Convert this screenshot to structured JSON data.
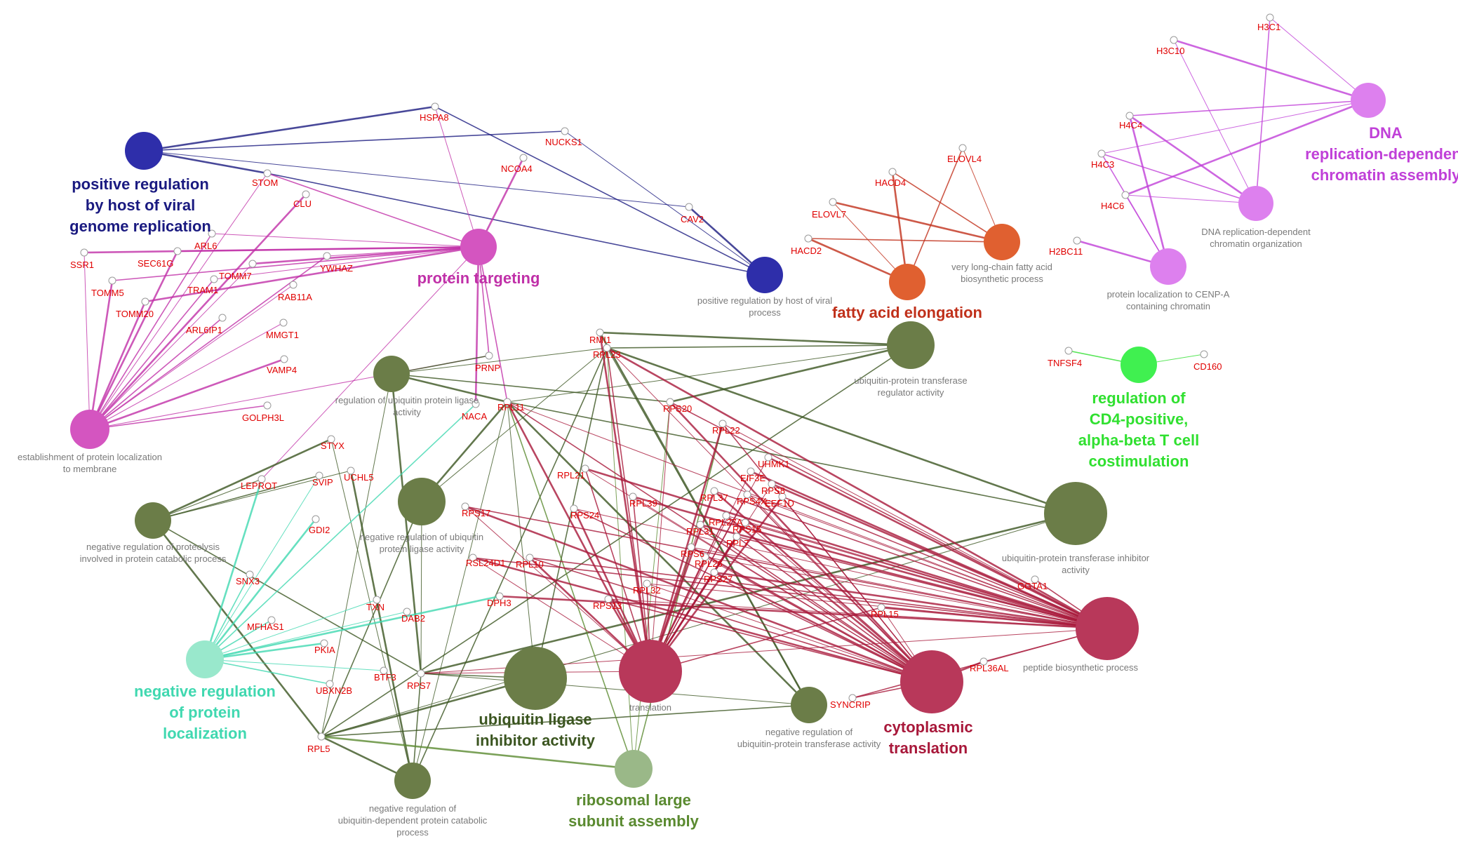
{
  "colors": {
    "viral": "#1a1a80",
    "viral_node": "#2e2eaa",
    "targeting": "#c030a8",
    "targeting_node": "#d455c0",
    "fatty": "#c0301a",
    "fatty_node": "#e06030",
    "dna": "#c040d8",
    "dna_node": "#dd80ee",
    "cd4": "#30e030",
    "cd4_node": "#40f050",
    "ubiq": "#3b5520",
    "ubiq_node": "#6b7d48",
    "neg_loc": "#40d8b0",
    "neg_loc_node": "#99e8cc",
    "ribo": "#5a8a30",
    "ribo_node": "#9ab888",
    "transl": "#a8183a",
    "transl_node": "#b8385a",
    "gene": "#e00000"
  },
  "terms": [
    {
      "id": "t_viral",
      "label": "positive regulation by host of viral genome replication",
      "lines": [
        "positive regulation",
        "by host of viral",
        "genome replication"
      ],
      "style": "big",
      "color": "viral",
      "node": "viral_node"
    },
    {
      "id": "t_viral_proc",
      "label": "positive regulation by host of viral process",
      "lines": [
        "positive regulation by host of viral",
        "process"
      ],
      "style": "small",
      "color": "viral",
      "node": "viral_node"
    },
    {
      "id": "t_targeting",
      "label": "protein targeting",
      "lines": [
        "protein targeting"
      ],
      "style": "big",
      "color": "targeting",
      "node": "targeting_node"
    },
    {
      "id": "t_estab",
      "label": "establishment of protein localization to membrane",
      "lines": [
        "establishment of protein localization",
        "to membrane"
      ],
      "style": "small",
      "color": "targeting",
      "node": "targeting_node"
    },
    {
      "id": "t_fatty",
      "label": "fatty acid elongation",
      "lines": [
        "fatty acid elongation"
      ],
      "style": "big",
      "color": "fatty",
      "node": "fatty_node"
    },
    {
      "id": "t_vlcfa",
      "label": "very long-chain fatty acid biosynthetic process",
      "lines": [
        "very long-chain fatty acid",
        "biosynthetic process"
      ],
      "style": "small",
      "color": "fatty",
      "node": "fatty_node"
    },
    {
      "id": "t_dna_assembly",
      "label": "DNA replication-dependent chromatin assembly",
      "lines": [
        "DNA",
        "replication-dependent",
        "chromatin assembly"
      ],
      "style": "big",
      "color": "dna",
      "node": "dna_node"
    },
    {
      "id": "t_dna_org",
      "label": "DNA replication-dependent chromatin organization",
      "lines": [
        "DNA replication-dependent",
        "chromatin organization"
      ],
      "style": "small",
      "color": "dna",
      "node": "dna_node"
    },
    {
      "id": "t_cenpa",
      "label": "protein localization to CENP-A containing chromatin",
      "lines": [
        "protein localization to CENP-A",
        "containing chromatin"
      ],
      "style": "small",
      "color": "dna",
      "node": "dna_node"
    },
    {
      "id": "t_cd4",
      "label": "regulation of CD4-positive, alpha-beta T cell costimulation",
      "lines": [
        "regulation of",
        "CD4-positive,",
        "alpha-beta T cell",
        "costimulation"
      ],
      "style": "big",
      "color": "cd4",
      "node": "cd4_node"
    },
    {
      "id": "t_utra",
      "label": "ubiquitin-protein transferase regulator activity",
      "lines": [
        "ubiquitin-protein transferase",
        "regulator activity"
      ],
      "style": "small",
      "color": "ubiq",
      "node": "ubiq_node"
    },
    {
      "id": "t_reg_ubl",
      "label": "regulation of ubiquitin protein ligase activity",
      "lines": [
        "regulation of ubiquitin protein ligase",
        "activity"
      ],
      "style": "small",
      "color": "ubiq",
      "node": "ubiq_node"
    },
    {
      "id": "t_neg_ubl",
      "label": "negative regulation of ubiquitin protein ligase activity",
      "lines": [
        "negative regulation of ubiquitin",
        "protein ligase activity"
      ],
      "style": "small",
      "color": "ubiq",
      "node": "ubiq_node"
    },
    {
      "id": "t_neg_prot",
      "label": "negative regulation of proteolysis involved in protein catabolic process",
      "lines": [
        "negative regulation of proteolysis",
        "involved in protein catabolic process"
      ],
      "style": "small",
      "color": "ubiq",
      "node": "ubiq_node"
    },
    {
      "id": "t_utia",
      "label": "ubiquitin-protein transferase inhibitor activity",
      "lines": [
        "ubiquitin-protein transferase inhibitor",
        "activity"
      ],
      "style": "small",
      "color": "ubiq",
      "node": "ubiq_node"
    },
    {
      "id": "t_ulia",
      "label": "ubiquitin ligase inhibitor activity",
      "lines": [
        "ubiquitin ligase",
        "inhibitor activity"
      ],
      "style": "big",
      "color": "ubiq",
      "node": "ubiq_node"
    },
    {
      "id": "t_neg_uta",
      "label": "negative regulation of ubiquitin-protein transferase activity",
      "lines": [
        "negative regulation of",
        "ubiquitin-protein transferase activity"
      ],
      "style": "small",
      "color": "ubiq",
      "node": "ubiq_node"
    },
    {
      "id": "t_neg_udpc",
      "label": "negative regulation of ubiquitin-dependent protein catabolic process",
      "lines": [
        "negative regulation of",
        "ubiquitin-dependent protein catabolic",
        "process"
      ],
      "style": "small",
      "color": "ubiq",
      "node": "ubiq_node"
    },
    {
      "id": "t_neg_loc",
      "label": "negative regulation of protein localization",
      "lines": [
        "negative regulation",
        "of protein",
        "localization"
      ],
      "style": "big",
      "color": "neg_loc",
      "node": "neg_loc_node"
    },
    {
      "id": "t_ribo",
      "label": "ribosomal large subunit assembly",
      "lines": [
        "ribosomal large",
        "subunit assembly"
      ],
      "style": "big",
      "color": "ribo",
      "node": "ribo_node"
    },
    {
      "id": "t_translation",
      "label": "translation",
      "lines": [
        "translation"
      ],
      "style": "small",
      "color": "transl",
      "node": "transl_node"
    },
    {
      "id": "t_cyto",
      "label": "cytoplasmic translation",
      "lines": [
        "cytoplasmic",
        "translation"
      ],
      "style": "big",
      "color": "transl",
      "node": "transl_node"
    },
    {
      "id": "t_peptide",
      "label": "peptide biosynthetic process",
      "lines": [
        "peptide biosynthetic process"
      ],
      "style": "small",
      "color": "transl",
      "node": "transl_node"
    }
  ],
  "genes": [
    "HSPA8",
    "NUCKS1",
    "CAV2",
    "STOM",
    "CLU",
    "NCOA4",
    "ARL6",
    "SSR1",
    "SEC61G",
    "YWHAZ",
    "TOMM7",
    "TOMM5",
    "TRAM1",
    "RAB11A",
    "TOMM20",
    "ARL6IP1",
    "MMGT1",
    "VAMP4",
    "GOLPH3L",
    "PRNP",
    "HACD4",
    "ELOVL4",
    "ELOVL7",
    "HACD2",
    "H3C1",
    "H3C10",
    "H4C4",
    "H4C3",
    "H4C6",
    "H2BC11",
    "TNFSF4",
    "CD160",
    "RMI1",
    "RPL23",
    "RPL11",
    "RPS20",
    "RPL22",
    "NACA",
    "STYX",
    "LEPROT",
    "SVIP",
    "UCHL5",
    "RPL21",
    "UHMK1",
    "RPS17",
    "RPS24",
    "RPL39",
    "GDI2",
    "RSL24D1",
    "SNX3",
    "TXN",
    "DPH3",
    "RPS13",
    "GGTA1",
    "MFHAS1",
    "DAB2",
    "RPL15",
    "PKIA",
    "BTF3",
    "RPS7",
    "UBXN2B",
    "RPL36AL",
    "SYNCRIP",
    "RPL5",
    "RPL10",
    "RPL32",
    "RPS27",
    "RPL7",
    "RPL26",
    "EIF3E",
    "RPL37",
    "RPS4X",
    "RPS8",
    "EEF1D",
    "RPL27A",
    "RPL31",
    "RPS15",
    "RPS6"
  ],
  "edges": [
    [
      "t_viral",
      "HSPA8"
    ],
    [
      "t_viral",
      "NUCKS1"
    ],
    [
      "t_viral",
      "CAV2"
    ],
    [
      "t_viral",
      "STOM"
    ],
    [
      "t_viral_proc",
      "HSPA8"
    ],
    [
      "t_viral_proc",
      "NUCKS1"
    ],
    [
      "t_viral_proc",
      "CAV2"
    ],
    [
      "t_viral_proc",
      "STOM"
    ],
    [
      "t_targeting",
      "HSPA8"
    ],
    [
      "t_targeting",
      "NCOA4"
    ],
    [
      "t_targeting",
      "STOM"
    ],
    [
      "t_targeting",
      "ARL6"
    ],
    [
      "t_targeting",
      "SSR1"
    ],
    [
      "t_targeting",
      "SEC61G"
    ],
    [
      "t_targeting",
      "YWHAZ"
    ],
    [
      "t_targeting",
      "TOMM7"
    ],
    [
      "t_targeting",
      "TOMM5"
    ],
    [
      "t_targeting",
      "TRAM1"
    ],
    [
      "t_targeting",
      "TOMM20"
    ],
    [
      "t_targeting",
      "PRNP"
    ],
    [
      "t_targeting",
      "LEPROT"
    ],
    [
      "t_targeting",
      "NACA"
    ],
    [
      "t_targeting",
      "RPL11"
    ],
    [
      "t_estab",
      "STOM"
    ],
    [
      "t_estab",
      "CLU"
    ],
    [
      "t_estab",
      "ARL6"
    ],
    [
      "t_estab",
      "SSR1"
    ],
    [
      "t_estab",
      "SEC61G"
    ],
    [
      "t_estab",
      "YWHAZ"
    ],
    [
      "t_estab",
      "TOMM7"
    ],
    [
      "t_estab",
      "TOMM5"
    ],
    [
      "t_estab",
      "TRAM1"
    ],
    [
      "t_estab",
      "RAB11A"
    ],
    [
      "t_estab",
      "TOMM20"
    ],
    [
      "t_estab",
      "ARL6IP1"
    ],
    [
      "t_estab",
      "MMGT1"
    ],
    [
      "t_estab",
      "VAMP4"
    ],
    [
      "t_estab",
      "GOLPH3L"
    ],
    [
      "t_estab",
      "PRNP"
    ],
    [
      "t_fatty",
      "HACD4"
    ],
    [
      "t_fatty",
      "ELOVL4"
    ],
    [
      "t_fatty",
      "ELOVL7"
    ],
    [
      "t_fatty",
      "HACD2"
    ],
    [
      "t_vlcfa",
      "HACD4"
    ],
    [
      "t_vlcfa",
      "ELOVL4"
    ],
    [
      "t_vlcfa",
      "ELOVL7"
    ],
    [
      "t_vlcfa",
      "HACD2"
    ],
    [
      "t_dna_assembly",
      "H3C1"
    ],
    [
      "t_dna_assembly",
      "H3C10"
    ],
    [
      "t_dna_assembly",
      "H4C4"
    ],
    [
      "t_dna_assembly",
      "H4C3"
    ],
    [
      "t_dna_assembly",
      "H4C6"
    ],
    [
      "t_dna_org",
      "H3C1"
    ],
    [
      "t_dna_org",
      "H3C10"
    ],
    [
      "t_dna_org",
      "H4C4"
    ],
    [
      "t_dna_org",
      "H4C3"
    ],
    [
      "t_dna_org",
      "H4C6"
    ],
    [
      "t_cenpa",
      "H4C4"
    ],
    [
      "t_cenpa",
      "H4C3"
    ],
    [
      "t_cenpa",
      "H4C6"
    ],
    [
      "t_cenpa",
      "H2BC11"
    ],
    [
      "t_cd4",
      "TNFSF4"
    ],
    [
      "t_cd4",
      "CD160"
    ],
    [
      "t_utra",
      "RMI1"
    ],
    [
      "t_utra",
      "RPL23"
    ],
    [
      "t_utra",
      "RPL11"
    ],
    [
      "t_utra",
      "RPS20"
    ],
    [
      "t_utra",
      "RPL5"
    ],
    [
      "t_reg_ubl",
      "RPL23"
    ],
    [
      "t_reg_ubl",
      "RPL11"
    ],
    [
      "t_reg_ubl",
      "RPS20"
    ],
    [
      "t_reg_ubl",
      "RPL5"
    ],
    [
      "t_reg_ubl",
      "RPS7"
    ],
    [
      "t_reg_ubl",
      "PRNP"
    ],
    [
      "t_neg_ubl",
      "RPL23"
    ],
    [
      "t_neg_ubl",
      "RPL11"
    ],
    [
      "t_neg_ubl",
      "RPL5"
    ],
    [
      "t_neg_ubl",
      "RPS7"
    ],
    [
      "t_neg_prot",
      "STYX"
    ],
    [
      "t_neg_prot",
      "SVIP"
    ],
    [
      "t_neg_prot",
      "UCHL5"
    ],
    [
      "t_neg_prot",
      "RPL5"
    ],
    [
      "t_neg_prot",
      "RPS7"
    ],
    [
      "t_neg_prot",
      "LEPROT"
    ],
    [
      "t_utia",
      "RPL23"
    ],
    [
      "t_utia",
      "RPL11"
    ],
    [
      "t_utia",
      "RPL5"
    ],
    [
      "t_utia",
      "RPS7"
    ],
    [
      "t_ulia",
      "RPL23"
    ],
    [
      "t_ulia",
      "RPL11"
    ],
    [
      "t_ulia",
      "RPL5"
    ],
    [
      "t_ulia",
      "RPS7"
    ],
    [
      "t_neg_uta",
      "RPL23"
    ],
    [
      "t_neg_uta",
      "RPL11"
    ],
    [
      "t_neg_uta",
      "RPL5"
    ],
    [
      "t_neg_uta",
      "RPS7"
    ],
    [
      "t_neg_uta",
      "RMI1"
    ],
    [
      "t_neg_udpc",
      "RPL23"
    ],
    [
      "t_neg_udpc",
      "RPL11"
    ],
    [
      "t_neg_udpc",
      "RPL5"
    ],
    [
      "t_neg_udpc",
      "RPS7"
    ],
    [
      "t_neg_udpc",
      "STYX"
    ],
    [
      "t_neg_udpc",
      "UCHL5"
    ],
    [
      "t_neg_loc",
      "NACA"
    ],
    [
      "t_neg_loc",
      "SVIP"
    ],
    [
      "t_neg_loc",
      "GDI2"
    ],
    [
      "t_neg_loc",
      "SNX3"
    ],
    [
      "t_neg_loc",
      "TXN"
    ],
    [
      "t_neg_loc",
      "DPH3"
    ],
    [
      "t_neg_loc",
      "MFHAS1"
    ],
    [
      "t_neg_loc",
      "DAB2"
    ],
    [
      "t_neg_loc",
      "PKIA"
    ],
    [
      "t_neg_loc",
      "UBXN2B"
    ],
    [
      "t_neg_loc",
      "BTF3"
    ],
    [
      "t_neg_loc",
      "LEPROT"
    ],
    [
      "t_ribo",
      "RPL11"
    ],
    [
      "t_ribo",
      "RPL23"
    ],
    [
      "t_ribo",
      "RPL5"
    ],
    [
      "t_ribo",
      "RPL22"
    ],
    [
      "t_ribo",
      "RPS20"
    ],
    [
      "t_translation",
      "RPL11"
    ],
    [
      "t_translation",
      "RPL23"
    ],
    [
      "t_translation",
      "RPS20"
    ],
    [
      "t_translation",
      "RPL22"
    ],
    [
      "t_translation",
      "RPL21"
    ],
    [
      "t_translation",
      "RPS17"
    ],
    [
      "t_translation",
      "RPS24"
    ],
    [
      "t_translation",
      "RPL39"
    ],
    [
      "t_translation",
      "RSL24D1"
    ],
    [
      "t_translation",
      "RPS13"
    ],
    [
      "t_translation",
      "RPL15"
    ],
    [
      "t_translation",
      "RPS7"
    ],
    [
      "t_translation",
      "RPL10"
    ],
    [
      "t_translation",
      "RPL32"
    ],
    [
      "t_translation",
      "RPS27"
    ],
    [
      "t_translation",
      "RPL7"
    ],
    [
      "t_translation",
      "RPL26"
    ],
    [
      "t_translation",
      "EIF3E"
    ],
    [
      "t_translation",
      "RPL37"
    ],
    [
      "t_translation",
      "RPS4X"
    ],
    [
      "t_translation",
      "RPS8"
    ],
    [
      "t_translation",
      "EEF1D"
    ],
    [
      "t_translation",
      "RPL27A"
    ],
    [
      "t_translation",
      "RPL31"
    ],
    [
      "t_translation",
      "RPS15"
    ],
    [
      "t_translation",
      "RPS6"
    ],
    [
      "t_translation",
      "UHMK1"
    ],
    [
      "t_translation",
      "RMI1"
    ],
    [
      "t_cyto",
      "RPL11"
    ],
    [
      "t_cyto",
      "RPL23"
    ],
    [
      "t_cyto",
      "RPS20"
    ],
    [
      "t_cyto",
      "RPL22"
    ],
    [
      "t_cyto",
      "RPL21"
    ],
    [
      "t_cyto",
      "RPS17"
    ],
    [
      "t_cyto",
      "RPS24"
    ],
    [
      "t_cyto",
      "RPL39"
    ],
    [
      "t_cyto",
      "RSL24D1"
    ],
    [
      "t_cyto",
      "RPS13"
    ],
    [
      "t_cyto",
      "RPL15"
    ],
    [
      "t_cyto",
      "RPL36AL"
    ],
    [
      "t_cyto",
      "RPL10"
    ],
    [
      "t_cyto",
      "RPL32"
    ],
    [
      "t_cyto",
      "RPS27"
    ],
    [
      "t_cyto",
      "RPL7"
    ],
    [
      "t_cyto",
      "RPL26"
    ],
    [
      "t_cyto",
      "RPL37"
    ],
    [
      "t_cyto",
      "RPS4X"
    ],
    [
      "t_cyto",
      "RPS8"
    ],
    [
      "t_cyto",
      "RPL27A"
    ],
    [
      "t_cyto",
      "RPL31"
    ],
    [
      "t_cyto",
      "RPS15"
    ],
    [
      "t_cyto",
      "RPS6"
    ],
    [
      "t_cyto",
      "SYNCRIP"
    ],
    [
      "t_peptide",
      "RPL11"
    ],
    [
      "t_peptide",
      "RPL23"
    ],
    [
      "t_peptide",
      "RPS20"
    ],
    [
      "t_peptide",
      "RPL22"
    ],
    [
      "t_peptide",
      "RPL21"
    ],
    [
      "t_peptide",
      "RPS17"
    ],
    [
      "t_peptide",
      "RPS24"
    ],
    [
      "t_peptide",
      "RPL39"
    ],
    [
      "t_peptide",
      "RSL24D1"
    ],
    [
      "t_peptide",
      "RPS13"
    ],
    [
      "t_peptide",
      "RPL15"
    ],
    [
      "t_peptide",
      "GGTA1"
    ],
    [
      "t_peptide",
      "RPL36AL"
    ],
    [
      "t_peptide",
      "DPH3"
    ],
    [
      "t_peptide",
      "RPL10"
    ],
    [
      "t_peptide",
      "RPL32"
    ],
    [
      "t_peptide",
      "RPS27"
    ],
    [
      "t_peptide",
      "RPL7"
    ],
    [
      "t_peptide",
      "RPL26"
    ],
    [
      "t_peptide",
      "EIF3E"
    ],
    [
      "t_peptide",
      "RPL37"
    ],
    [
      "t_peptide",
      "RPS4X"
    ],
    [
      "t_peptide",
      "RPS8"
    ],
    [
      "t_peptide",
      "EEF1D"
    ],
    [
      "t_peptide",
      "RPL27A"
    ],
    [
      "t_peptide",
      "RPL31"
    ],
    [
      "t_peptide",
      "RPS15"
    ],
    [
      "t_peptide",
      "RPS6"
    ],
    [
      "t_peptide",
      "UHMK1"
    ],
    [
      "t_peptide",
      "SYNCRIP"
    ],
    [
      "t_peptide",
      "RPS7"
    ]
  ]
}
